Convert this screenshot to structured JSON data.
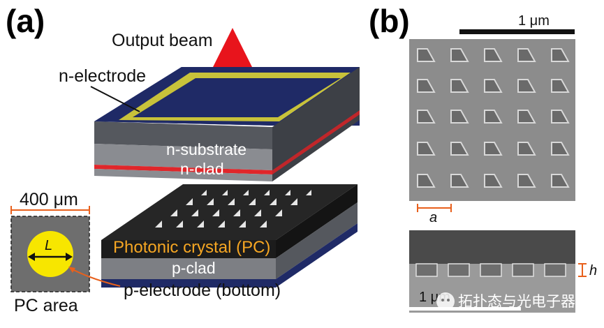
{
  "panels": {
    "a": "(a)",
    "b": "(b)"
  },
  "labels": {
    "output_beam": "Output beam",
    "n_electrode": "n-electrode",
    "n_substrate": "n-substrate",
    "n_clad": "n-clad",
    "photonic_crystal": "Photonic crystal (PC)",
    "p_clad": "p-clad",
    "p_electrode": "p-electrode (bottom)",
    "pc_area": "PC area",
    "pc_width": "400 μm",
    "diameter": "L",
    "scale_top": "1 μm",
    "scale_bottom": "1 μm",
    "lattice_constant": "a",
    "hole_depth": "h"
  },
  "watermark": "拓扑态与光电子器件",
  "colors": {
    "electrode_frame": "#c8c23a",
    "top_face": "#1f2a66",
    "substrate": "#7d7f84",
    "clad_line": "#e0262a",
    "beam": "#e8141c",
    "pc_label": "#f5a623",
    "pc_area_circle": "#f7e600",
    "dimension": "#e8601c",
    "sem_bg": "#8c8c8c"
  }
}
